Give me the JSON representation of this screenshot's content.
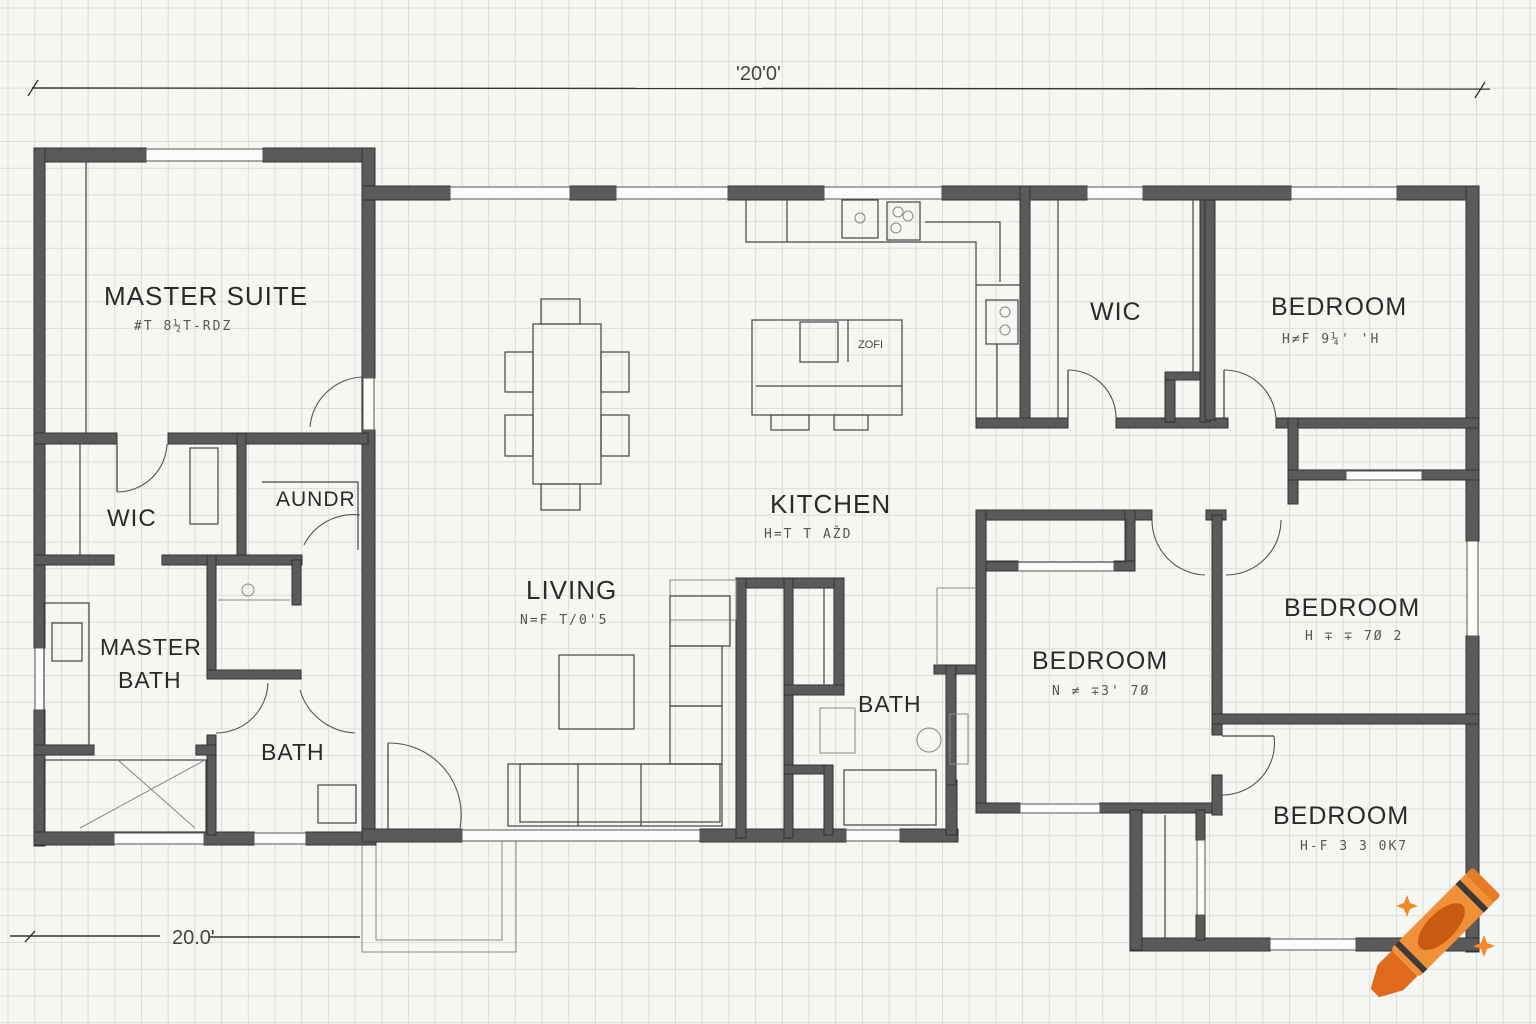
{
  "dimensions": {
    "top": "'20'0'",
    "bottom": "20.0'"
  },
  "rooms": {
    "master_suite": {
      "label": "MASTER SUITE",
      "sub": "#T 8½T-RDZ"
    },
    "master_wic": {
      "label": "WIC"
    },
    "laundry": {
      "label": "AUNDR"
    },
    "master_bath": {
      "label_line1": "MASTER",
      "label_line2": "BATH"
    },
    "bath_left": {
      "label": "BATH"
    },
    "living": {
      "label": "LIVING",
      "sub": "N=F T/0'5"
    },
    "kitchen": {
      "label": "KITCHEN",
      "sub": "H=T T AŽD"
    },
    "island_label": "ZOFI",
    "bath_center": {
      "label": "BATH"
    },
    "wic_right": {
      "label": "WIC"
    },
    "bedroom_ne": {
      "label": "BEDROOM",
      "sub": "H≠F 9¼' 'H"
    },
    "bedroom_center": {
      "label": "BEDROOM",
      "sub": "N ≠ ∓3' 7Ø"
    },
    "bedroom_e": {
      "label": "BEDROOM",
      "sub": "H ∓ ∓ 7Ø 2"
    },
    "bedroom_se": {
      "label": "BEDROOM",
      "sub": "H-F 3 3 0K7"
    }
  },
  "watermark": {
    "icon": "crayon-icon",
    "colors": {
      "body": "#f0913a",
      "label": "#c95a12",
      "bands": "#3a3a3a",
      "sparkle": "#f08a2a"
    }
  }
}
